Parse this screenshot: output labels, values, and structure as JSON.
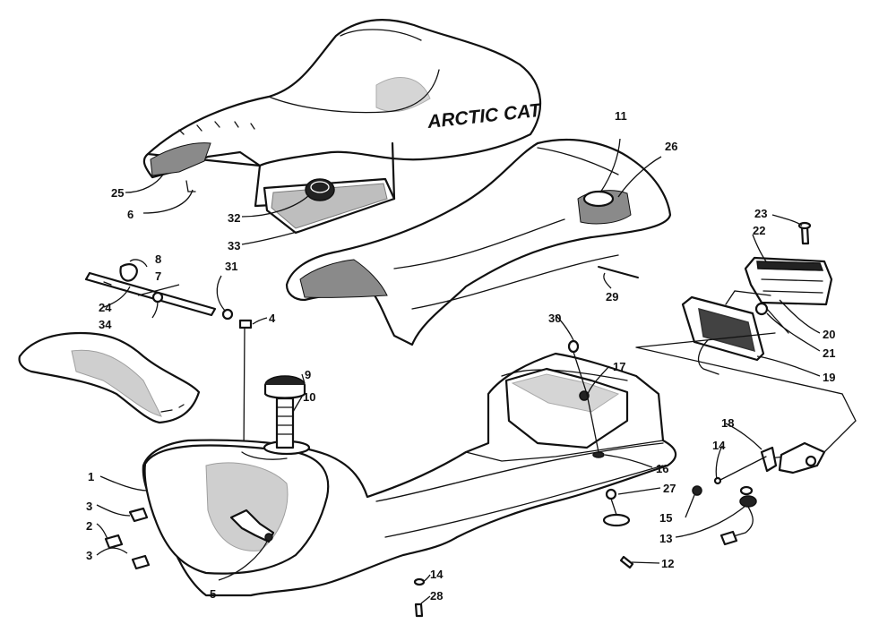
{
  "brand_text": "ARCTIC CAT",
  "callouts": {
    "c1": "1",
    "c2": "2",
    "c3a": "3",
    "c3b": "3",
    "c4": "4",
    "c5": "5",
    "c6": "6",
    "c7": "7",
    "c8": "8",
    "c9": "9",
    "c10": "10",
    "c11": "11",
    "c12": "12",
    "c13": "13",
    "c14a": "14",
    "c14b": "14",
    "c15": "15",
    "c16": "16",
    "c17": "17",
    "c18": "18",
    "c19": "19",
    "c20": "20",
    "c21": "21",
    "c22": "22",
    "c23": "23",
    "c24": "24",
    "c25": "25",
    "c26": "26",
    "c27": "27",
    "c28": "28",
    "c29": "29",
    "c30": "30",
    "c31": "31",
    "c32": "32",
    "c33": "33",
    "c34": "34"
  }
}
